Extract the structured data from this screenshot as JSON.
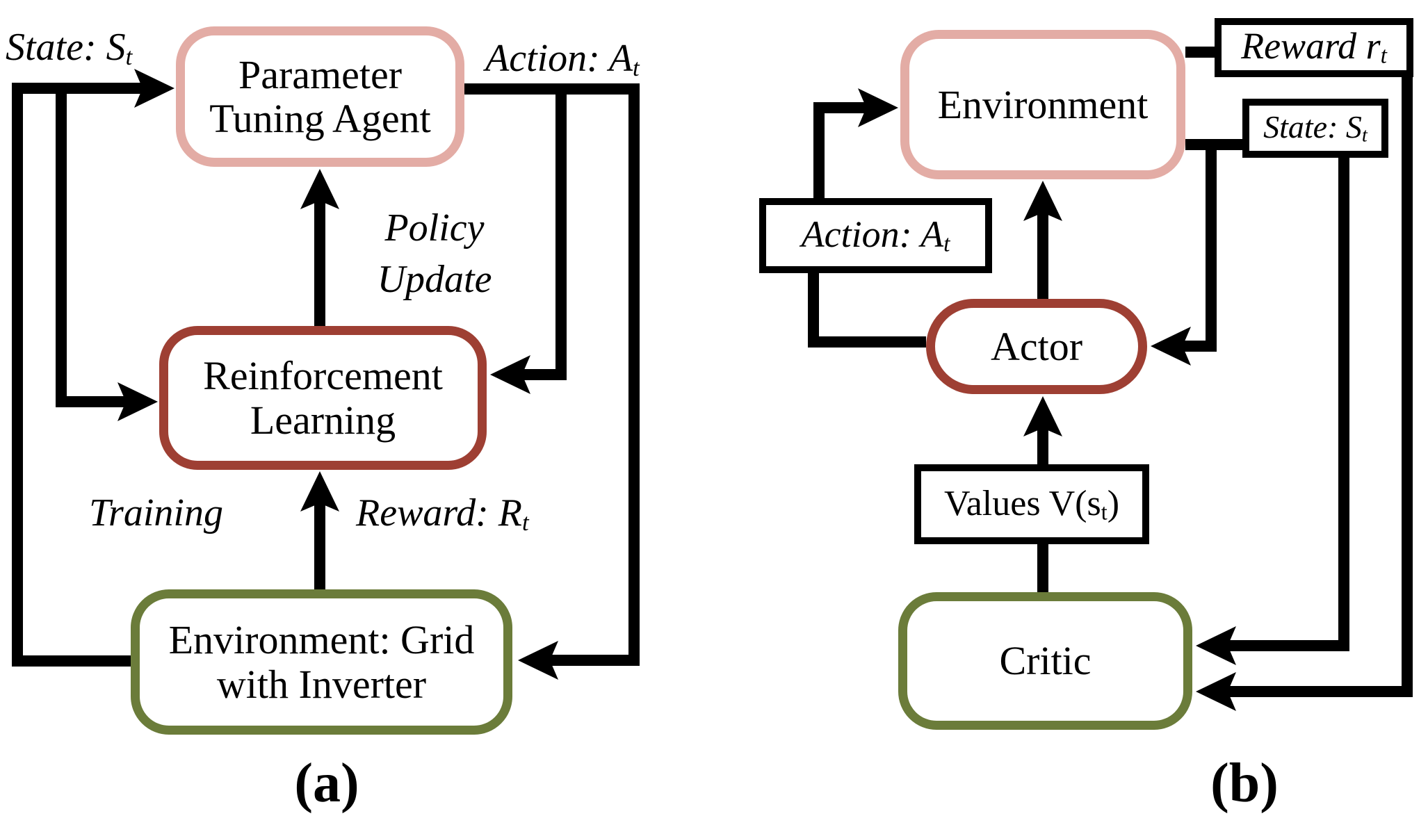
{
  "figure": {
    "colors": {
      "pink_border": "#e3aca5",
      "brick_border": "#9e3f33",
      "olive_border": "#6b7c3a",
      "line_black": "#000000",
      "background": "#ffffff"
    },
    "panel_a": {
      "boxes": {
        "parameter_tuning_agent": {
          "line1": "Parameter",
          "line2": "Tuning Agent"
        },
        "reinforcement_learning": {
          "line1": "Reinforcement",
          "line2": "Learning"
        },
        "environment": {
          "line1": "Environment: Grid",
          "line2": "with Inverter"
        }
      },
      "labels": {
        "state": {
          "pre": "State: S",
          "sub": "t"
        },
        "action": {
          "pre": "Action: A",
          "sub": "t"
        },
        "policy_update": {
          "line1": "Policy",
          "line2": "Update"
        },
        "training": "Training",
        "reward": {
          "pre": "Reward: R",
          "sub": "t"
        }
      },
      "caption": {
        "open": "(",
        "letter": "a",
        "close": ")"
      }
    },
    "panel_b": {
      "boxes": {
        "environment": "Environment",
        "actor": "Actor",
        "critic": "Critic",
        "reward": {
          "pre": "Reward r",
          "sub": "t"
        },
        "state": {
          "pre": "State: S",
          "sub": "t"
        },
        "action": {
          "pre": "Action: A",
          "sub": "t"
        },
        "values": {
          "pre": "Values V(s",
          "sub": "t",
          "post": ")"
        }
      },
      "caption": {
        "open": "(",
        "letter": "b",
        "close": ")"
      }
    }
  }
}
